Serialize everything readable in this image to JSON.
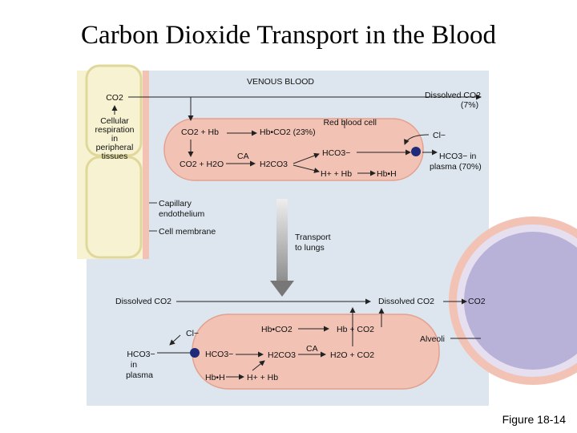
{
  "title": "Carbon Dioxide Transport in the Blood",
  "top": {
    "venous_blood": "VENOUS BLOOD",
    "co2_left": "CO2",
    "cellular_respiration": [
      "Cellular",
      "respiration",
      "in",
      "peripheral",
      "tissues"
    ],
    "dissolved_co2_line1": "Dissolved CO2",
    "dissolved_co2_line2": "(7%)",
    "red_blood_cell": "Red blood cell",
    "co2_plus_hb": "CO2 + Hb",
    "hb_co2_pct": "Hb•CO2 (23%)",
    "cl_minus": "Cl−",
    "ca": "CA",
    "co2_plus_h2o": "CO2 + H2O",
    "h2co3": "H2CO3",
    "hco3": "HCO3−",
    "h_plus_hb": "H+ + Hb",
    "hb_h": "Hb•H",
    "hco3_plasma_line1": "HCO3− in",
    "hco3_plasma_line2": "plasma (70%)"
  },
  "labels": {
    "capillary_line1": "Capillary",
    "capillary_line2": "endothelium",
    "cell_membrane": "Cell membrane",
    "transport_line1": "Transport",
    "transport_line2": "to lungs"
  },
  "bottom": {
    "dissolved_co2_left": "Dissolved CO2",
    "dissolved_co2_right": "Dissolved CO2",
    "co2_right": "CO2",
    "hb_co2": "Hb•CO2",
    "hb_plus_co2": "Hb + CO2",
    "cl_minus": "Cl−",
    "alveoli": "Alveoli",
    "hco3_plasma": [
      "HCO3−",
      "in",
      "plasma"
    ],
    "hco3": "HCO3−",
    "h2co3": "H2CO3",
    "ca": "CA",
    "h2o_plus_co2": "H2O + CO2",
    "hb_h": "Hb•H",
    "h_plus_hb": "H+ + Hb"
  },
  "figure_label": "Figure 18-14",
  "colors": {
    "background_panel": "#dde6ee",
    "cell_fill": "#f2c3b5",
    "cell_edge": "#e3a08e",
    "endothelium": "#f7f3d2",
    "endothelium_edge": "#e0d79a",
    "transporter": "#1f2a7a",
    "alveolus": "#b9b2d8"
  }
}
